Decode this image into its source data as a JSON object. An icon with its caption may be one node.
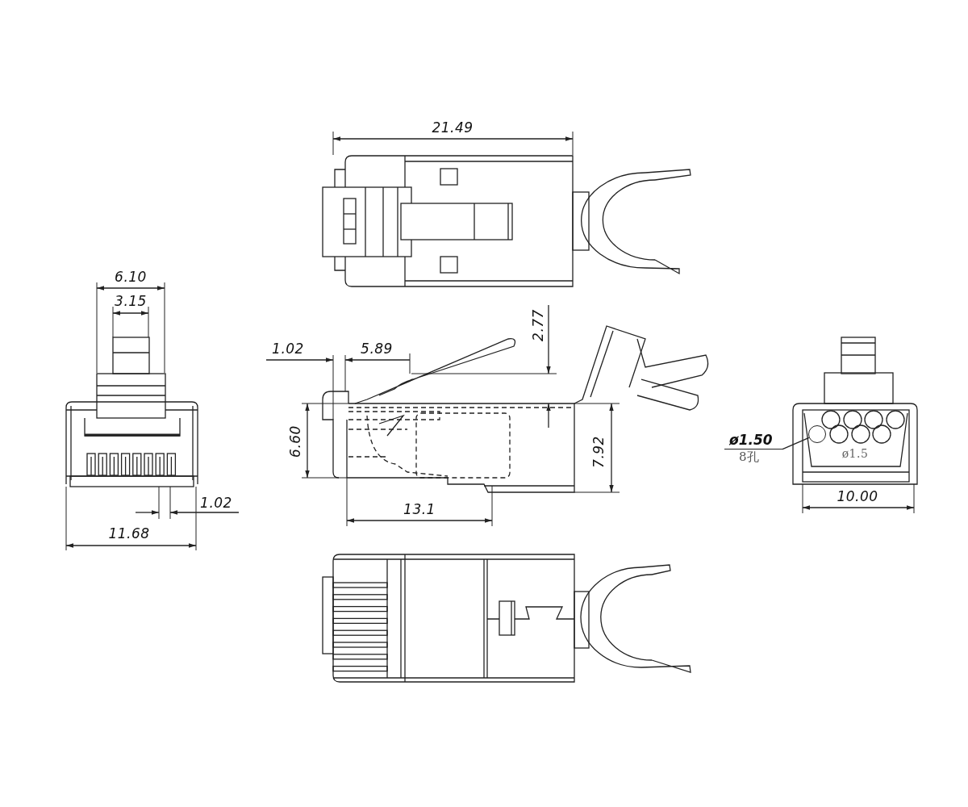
{
  "diagram": {
    "nodes": [
      {
        "text": [
          "ø1.50",
          "8孔"
        ]
      },
      {
        "text": [],
        "shape": "circle"
      }
    ],
    "edges": [
      {
        "from": 0,
        "to": 1,
        "arrow": "none"
      }
    ],
    "labels": [
      "21.49",
      "6.10",
      "3.15",
      "1.02",
      "5.89",
      "2.77",
      "6.60",
      "7.92",
      "ø1.5",
      "1.02",
      "13.1",
      "11.68",
      "10.00"
    ]
  }
}
